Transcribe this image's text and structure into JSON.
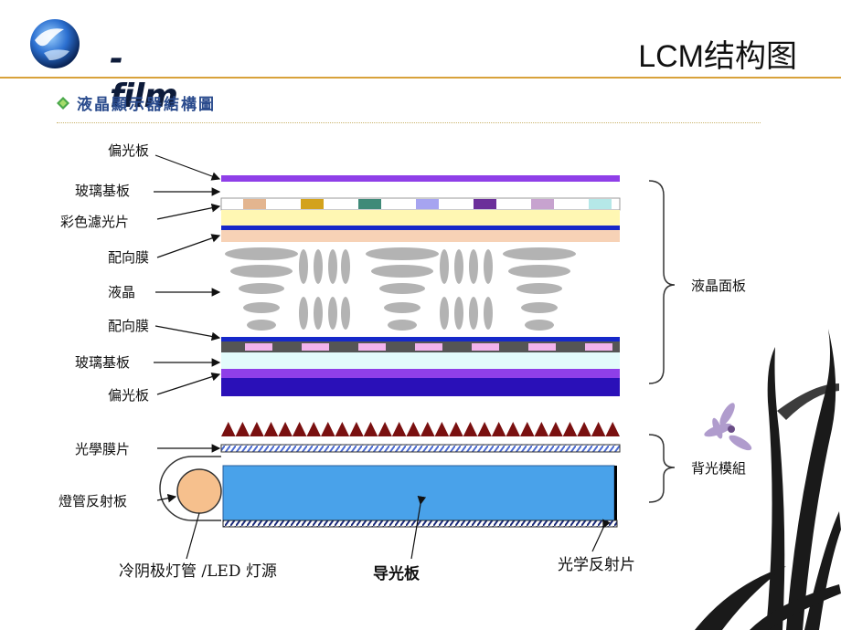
{
  "header": {
    "logo_text": "-film",
    "title": "LCM结构图"
  },
  "subtitle": "液晶顯示器結構圖",
  "left_labels": {
    "polarizer_top": "偏光板",
    "glass_top": "玻璃基板",
    "color_filter": "彩色濾光片",
    "alignment_top": "配向膜",
    "liquid_crystal": "液晶",
    "alignment_bottom": "配向膜",
    "glass_bottom": "玻璃基板",
    "polarizer_bottom": "偏光板",
    "optical_film": "光學膜片",
    "lamp_reflector": "燈管反射板"
  },
  "right_labels": {
    "lcd_panel": "液晶面板",
    "backlight": "背光模組"
  },
  "bottom_labels": {
    "lamp": "冷阴极灯管 /LED 灯源",
    "light_guide": "导光板",
    "reflector_sheet": "光学反射片"
  },
  "colors": {
    "polarizer": "#8f3fe8",
    "accent_title": "#2a4b8d",
    "header_rule": "#d8a23a",
    "light_guide": "#49a2ea",
    "prism": "#7a1010",
    "lamp": "#f6c08d"
  },
  "filter_swatches": [
    "#e3b58f",
    "#d3a21c",
    "#3f8a78",
    "#a6a4f0",
    "#6b2f9a",
    "#c7a3cf",
    "#b5e8e8"
  ]
}
